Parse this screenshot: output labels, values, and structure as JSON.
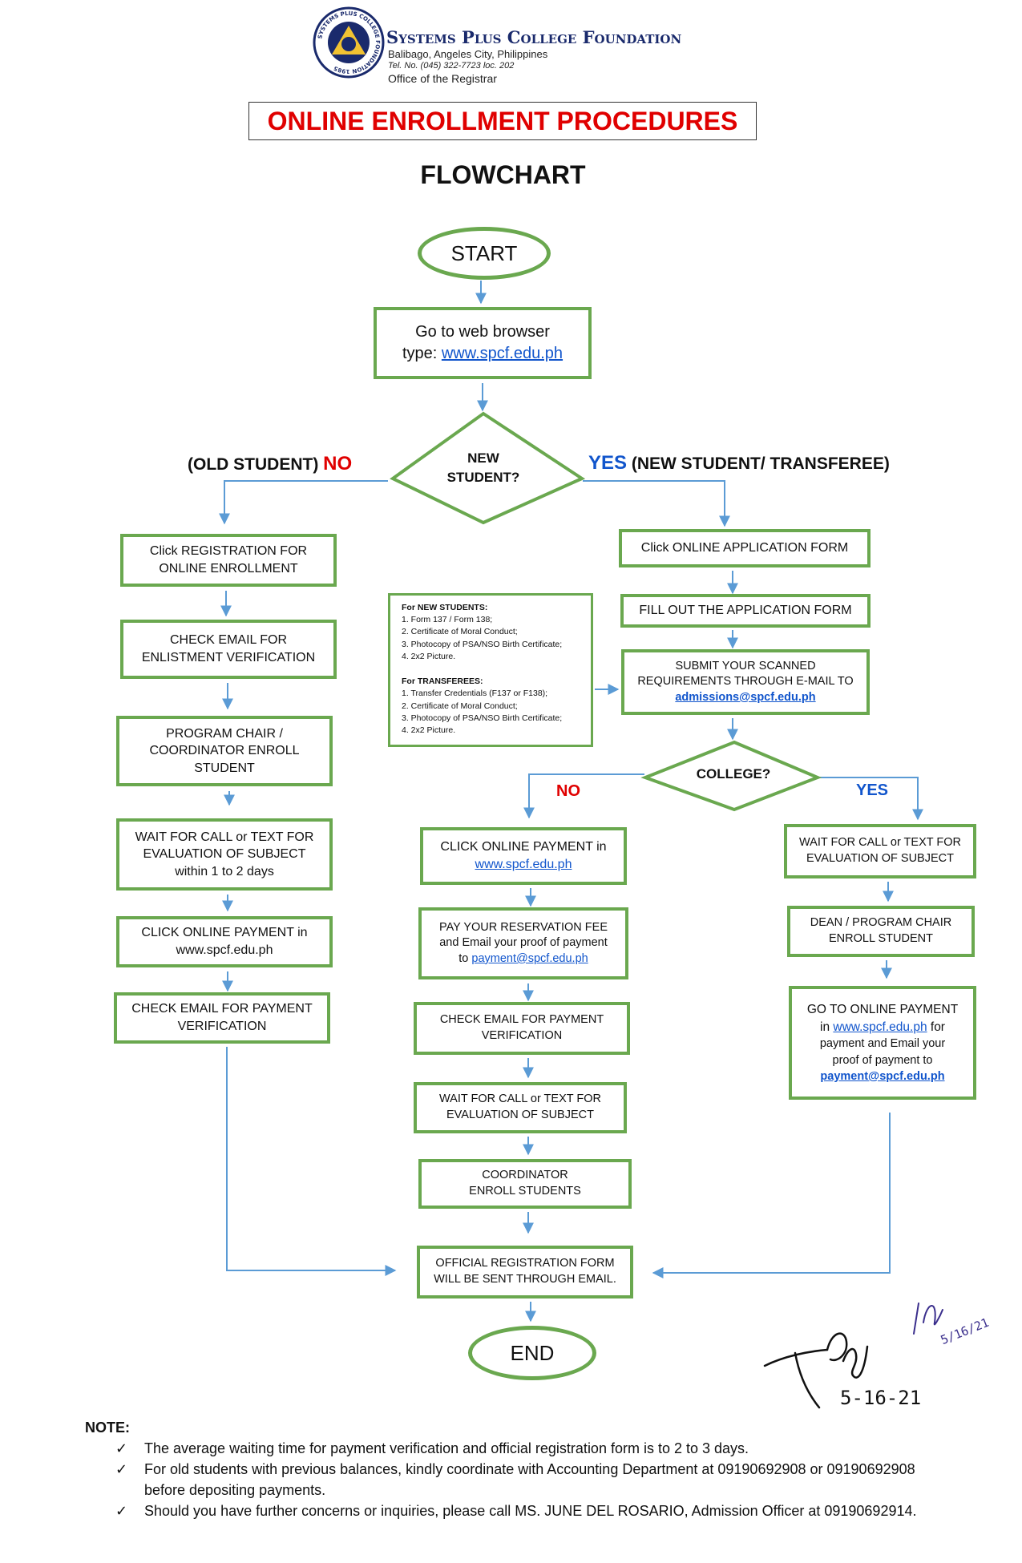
{
  "header": {
    "college_name": "Systems Plus College Foundation",
    "address": "Balibago, Angeles City, Philippines",
    "tel": "Tel. No. (045) 322-7723 loc. 202",
    "office": "Office of the Registrar",
    "seal_text": "SYSTEMS PLUS COLLEGE FOUNDATION 1985"
  },
  "title": "ONLINE ENROLLMENT PROCEDURES",
  "subtitle": "FLOWCHART",
  "colors": {
    "box_border": "#6aa84f",
    "arrow": "#5b9bd5",
    "title_red": "#e00000",
    "link_blue": "#1155cc"
  },
  "start": "START",
  "end": "END",
  "browser_step": {
    "line1": "Go to web browser",
    "prefix": "type: ",
    "link": "www.spcf.edu.ph"
  },
  "new_student_decision": {
    "line1": "NEW",
    "line2": "STUDENT?"
  },
  "branch_old": {
    "label": "(OLD STUDENT) ",
    "answer": "NO"
  },
  "branch_new": {
    "answer": "YES",
    "label": " (NEW STUDENT/ TRANSFEREE)"
  },
  "old_steps": {
    "s1": {
      "l1": "Click REGISTRATION FOR",
      "l2": "ONLINE ENROLLMENT"
    },
    "s2": {
      "l1": "CHECK EMAIL FOR",
      "l2": "ENLISTMENT VERIFICATION"
    },
    "s3": {
      "l1": "PROGRAM CHAIR /",
      "l2": "COORDINATOR ENROLL",
      "l3": "STUDENT"
    },
    "s4": {
      "l1": "WAIT FOR CALL or TEXT FOR",
      "l2": "EVALUATION OF SUBJECT",
      "l3": "within 1 to 2 days"
    },
    "s5": {
      "l1": "CLICK ONLINE PAYMENT in",
      "l2": "www.spcf.edu.ph"
    },
    "s6": {
      "l1": "CHECK EMAIL FOR PAYMENT",
      "l2": "VERIFICATION"
    }
  },
  "requirements": {
    "new_title": "For NEW STUDENTS:",
    "new_items": [
      "1. Form 137 / Form 138;",
      "2. Certificate of Moral Conduct;",
      "3. Photocopy of PSA/NSO Birth Certificate;",
      "4. 2x2 Picture."
    ],
    "transferee_title": "For TRANSFEREES:",
    "transferee_items": [
      "1. Transfer Credentials (F137 or F138);",
      "2. Certificate of Moral Conduct;",
      "3. Photocopy of PSA/NSO Birth Certificate;",
      "4. 2x2 Picture."
    ]
  },
  "new_steps": {
    "s1": "Click ONLINE APPLICATION FORM",
    "s2": "FILL OUT THE APPLICATION FORM",
    "s3": {
      "l1": "SUBMIT YOUR SCANNED",
      "l2": "REQUIREMENTS THROUGH E-MAIL TO",
      "link": "admissions@spcf.edu.ph"
    }
  },
  "college_decision": {
    "label": "COLLEGE?",
    "no": "NO",
    "yes": "YES"
  },
  "non_college_steps": {
    "s1": {
      "l1": "CLICK ONLINE PAYMENT in",
      "link": "www.spcf.edu.ph"
    },
    "s2": {
      "l1": "PAY YOUR RESERVATION FEE",
      "l2": "and Email your proof of payment",
      "prefix": "to ",
      "link": "payment@spcf.edu.ph"
    },
    "s3": {
      "l1": "CHECK EMAIL FOR PAYMENT",
      "l2": "VERIFICATION"
    },
    "s4": {
      "l1": "WAIT FOR CALL or TEXT FOR",
      "l2": "EVALUATION OF SUBJECT"
    },
    "s5": {
      "l1": "COORDINATOR",
      "l2": "ENROLL STUDENTS"
    },
    "s6": {
      "l1": "OFFICIAL REGISTRATION FORM",
      "l2": "WILL BE SENT THROUGH EMAIL."
    }
  },
  "college_steps": {
    "s1": {
      "l1": "WAIT FOR CALL or TEXT FOR",
      "l2": "EVALUATION OF SUBJECT"
    },
    "s2": {
      "l1": "DEAN / PROGRAM CHAIR",
      "l2": "ENROLL STUDENT"
    },
    "s3": {
      "l1": "GO TO ONLINE PAYMENT",
      "prefix": "in ",
      "link1": "www.spcf.edu.ph",
      "mid": " for",
      "l3": "payment and Email your",
      "l4": "proof of payment to",
      "link2": "payment@spcf.edu.ph"
    }
  },
  "signatures": {
    "date1": "5-16-21",
    "date2": "5/16/21"
  },
  "note": {
    "title": "NOTE:",
    "check": "✓",
    "items": [
      "The average waiting time for payment verification and official registration form is to 2 to 3 days.",
      "For old students with previous balances, kindly coordinate with Accounting Department at 09190692908 or 09190692908 before depositing payments.",
      "Should you have further concerns or inquiries, please call MS. JUNE DEL ROSARIO, Admission Officer   at 09190692914."
    ]
  }
}
